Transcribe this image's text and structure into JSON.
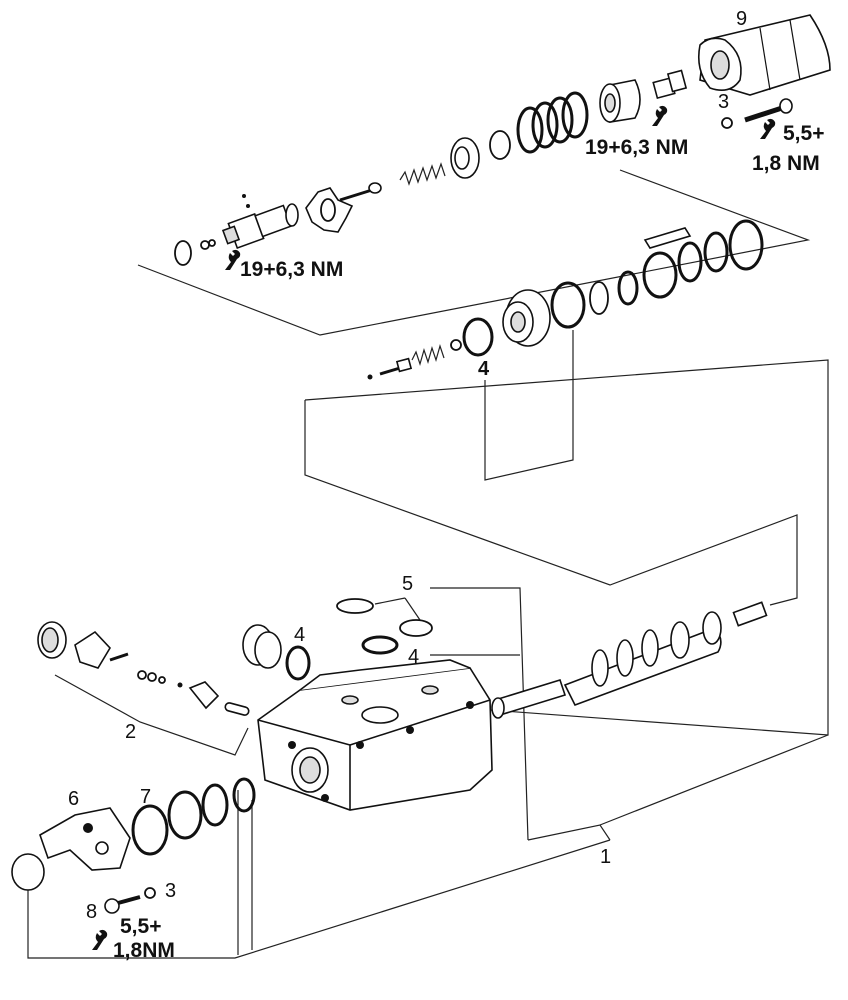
{
  "callouts": {
    "n1": "1",
    "n2": "2",
    "n3a": "3",
    "n3b": "3",
    "n4a": "4",
    "n4b": "4",
    "n4c": "4",
    "n5": "5",
    "n6": "6",
    "n7": "7",
    "n8": "8",
    "n9": "9"
  },
  "torques": {
    "t_top_left": "19+6,3 NM",
    "t_top_right": "19+6,3 NM",
    "t_tr_line1": "5,5+",
    "t_tr_line2": "1,8 NM",
    "t_bl_line1": "5,5+",
    "t_bl_line2": "1,8NM"
  },
  "icons": {
    "torque": "wrench-icon"
  }
}
